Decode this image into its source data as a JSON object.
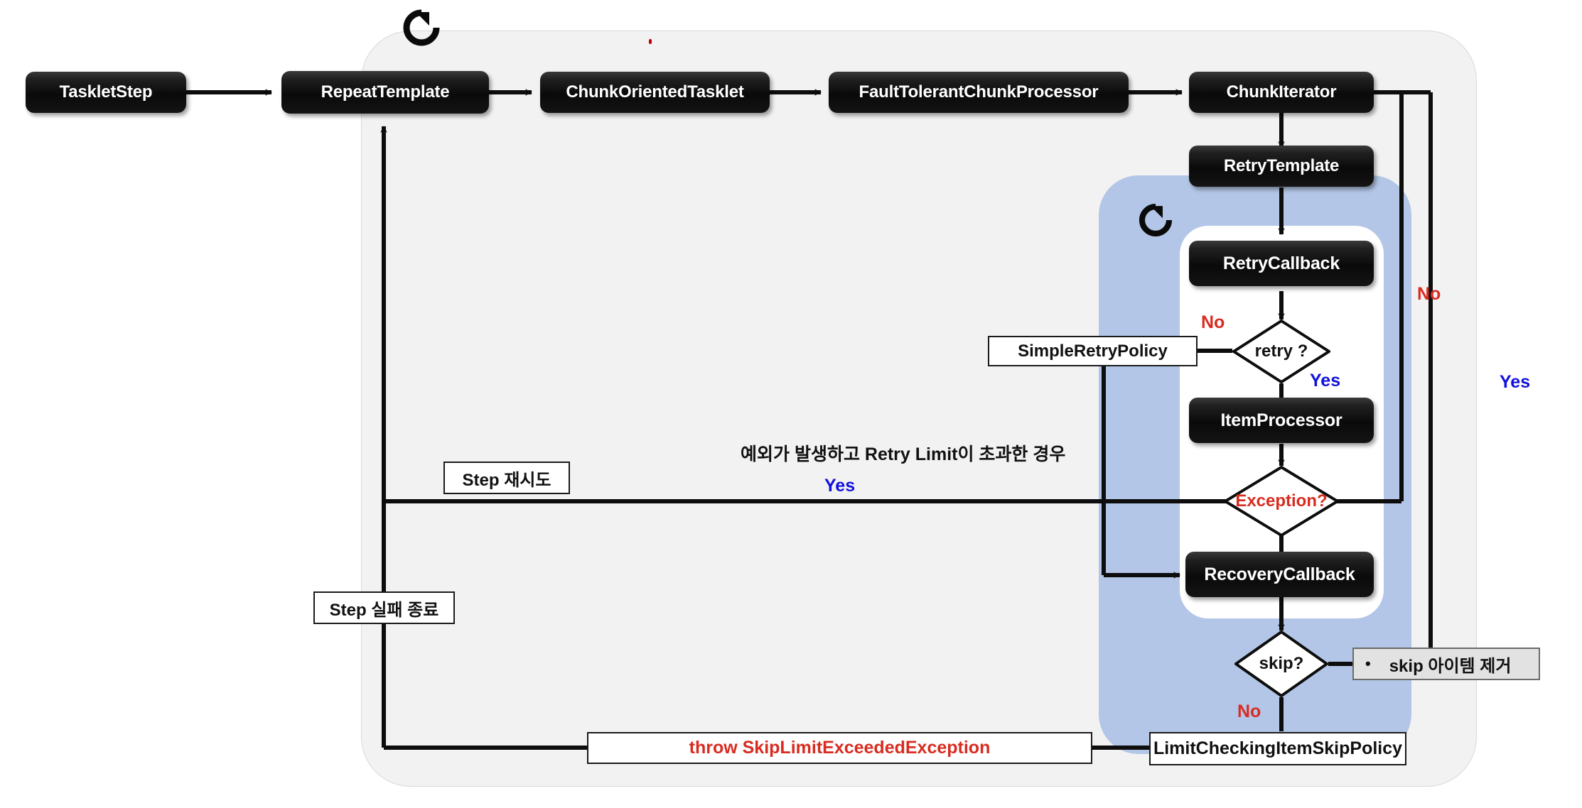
{
  "diagram": {
    "title": "Spring Batch fault tolerant chunk processing flow",
    "colors": {
      "outer_panel": "#f2f2f2",
      "blue_panel": "#b3c6e7",
      "white_panel": "#ffffff",
      "node_fill": "#0a0a0a",
      "node_text": "#ffffff",
      "yes_color": "#1111dd",
      "no_color": "#d82c20",
      "exception_color": "#d82c20",
      "throw_color": "#d82c20"
    }
  },
  "nodes": [
    {
      "id": "tasklet-step",
      "label": "TaskletStep"
    },
    {
      "id": "repeat-template",
      "label": "RepeatTemplate"
    },
    {
      "id": "chunk-oriented-tasklet",
      "label": "ChunkOrientedTasklet"
    },
    {
      "id": "fault-tolerant-chunk-processor",
      "label": "FaultTolerantChunkProcessor"
    },
    {
      "id": "chunk-iterator",
      "label": "ChunkIterator"
    },
    {
      "id": "retry-template",
      "label": "RetryTemplate"
    },
    {
      "id": "retry-callback",
      "label": "RetryCallback"
    },
    {
      "id": "item-processor",
      "label": "ItemProcessor"
    },
    {
      "id": "recovery-callback",
      "label": "RecoveryCallback"
    }
  ],
  "decisions": [
    {
      "id": "retry-decision",
      "label": "retry ?"
    },
    {
      "id": "exception-decision",
      "label": "Exception?"
    },
    {
      "id": "skip-decision",
      "label": "skip?"
    }
  ],
  "boxes": [
    {
      "id": "simple-retry-policy",
      "label": "SimpleRetryPolicy"
    },
    {
      "id": "step-retry-note",
      "label": "Step 재시도"
    },
    {
      "id": "step-fail-end-note",
      "label": "Step 실패 종료"
    },
    {
      "id": "throw-skip-limit-exception",
      "label": "throw SkipLimitExceededException"
    },
    {
      "id": "limit-checking-item-skip-policy",
      "label": "LimitCheckingItemSkipPolicy"
    },
    {
      "id": "skip-item-removal-note",
      "label": "skip 아이템 제거",
      "bullet": "•"
    }
  ],
  "edge_labels": [
    {
      "id": "retry-no",
      "text": "No",
      "color": "red"
    },
    {
      "id": "retry-yes",
      "text": "Yes",
      "color": "blue"
    },
    {
      "id": "exception-yes",
      "text": "Yes",
      "color": "blue"
    },
    {
      "id": "skip-no",
      "text": "No",
      "color": "red"
    },
    {
      "id": "skip-yes-right",
      "text": "No",
      "color": "red"
    },
    {
      "id": "chunk-iterator-yes",
      "text": "Yes",
      "color": "blue"
    }
  ],
  "annotations": [
    {
      "id": "retry-limit-exceeded-note",
      "text": "예외가 발생하고 Retry Limit이 초과한 경우"
    }
  ],
  "icons": [
    {
      "id": "repeat-loop-icon",
      "name": "loop-refresh-icon"
    },
    {
      "id": "retry-loop-icon",
      "name": "loop-refresh-icon"
    }
  ]
}
